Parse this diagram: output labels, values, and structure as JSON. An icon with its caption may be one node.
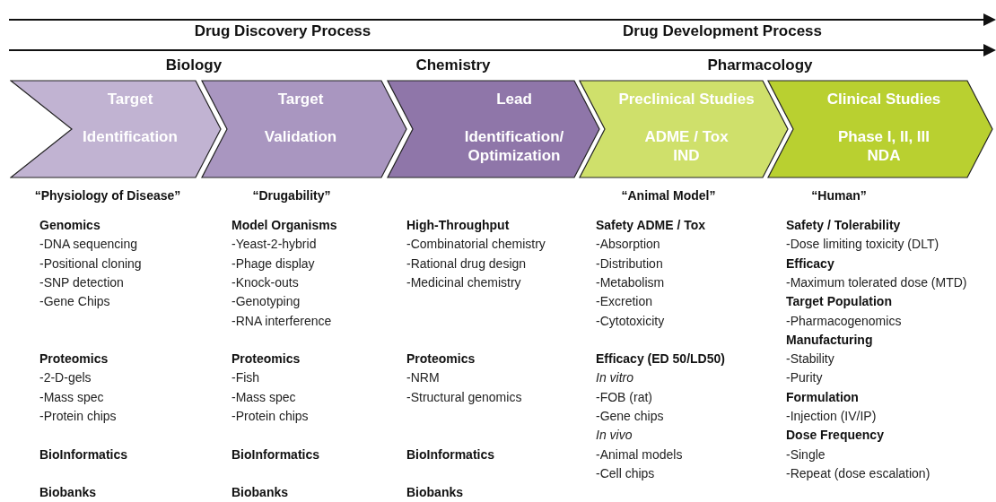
{
  "diagram": {
    "nodes": [
      {
        "text": [
          "Target",
          "Identification"
        ]
      },
      {
        "text": [
          "Target",
          "Validation"
        ]
      },
      {
        "text": [
          "Lead",
          "Identification/",
          "Optimization"
        ]
      },
      {
        "text": [
          "Preclinical Studies",
          "ADME / Tox",
          "IND"
        ]
      },
      {
        "text": [
          "Clinical Studies",
          "Phase I, II, III",
          "NDA"
        ]
      }
    ],
    "labels": [
      "Drug Discovery Process",
      "Drug Development Process",
      "Biology",
      "Chemistry",
      "Pharmacology",
      "“Physiology of Disease”",
      "“Drugability”",
      "“Animal Model”",
      "“Human”",
      "Genomics",
      "-DNA sequencing",
      "-Positional cloning",
      "-SNP detection",
      "-Gene Chips",
      "Proteomics",
      "-2-D-gels",
      "-Mass spec",
      "-Protein chips",
      "BioInformatics",
      "Biobanks",
      "Model Organisms",
      "-Yeast-2-hybrid",
      "-Phage display",
      "-Knock-outs",
      "-Genotyping",
      "-RNA interference",
      "Proteomics",
      "-Fish",
      "-Mass spec",
      "-Protein chips",
      "BioInformatics",
      "Biobanks",
      "High-Throughput",
      "-Combinatorial chemistry",
      "-Rational drug design",
      "-Medicinal chemistry",
      "Proteomics",
      "-NRM",
      "-Structural genomics",
      "BioInformatics",
      "Biobanks",
      "Safety ADME / Tox",
      "-Absorption",
      "-Distribution",
      "-Metabolism",
      "-Excretion",
      "-Cytotoxicity",
      "Efficacy (ED 50/LD50)",
      "In vitro",
      "-FOB (rat)",
      "-Gene chips",
      "In vivo",
      "-Animal models",
      "-Cell chips",
      "Safety / Tolerability",
      "-Dose limiting toxicity (DLT)",
      "Efficacy",
      "-Maximum tolerated dose (MTD)",
      "Target Population",
      "-Pharmacogenomics",
      "Manufacturing",
      "-Stability",
      "-Purity",
      "Formulation",
      "-Injection (IV/IP)",
      "Dose Frequency",
      "-Single",
      "-Repeat (dose escalation)"
    ]
  }
}
